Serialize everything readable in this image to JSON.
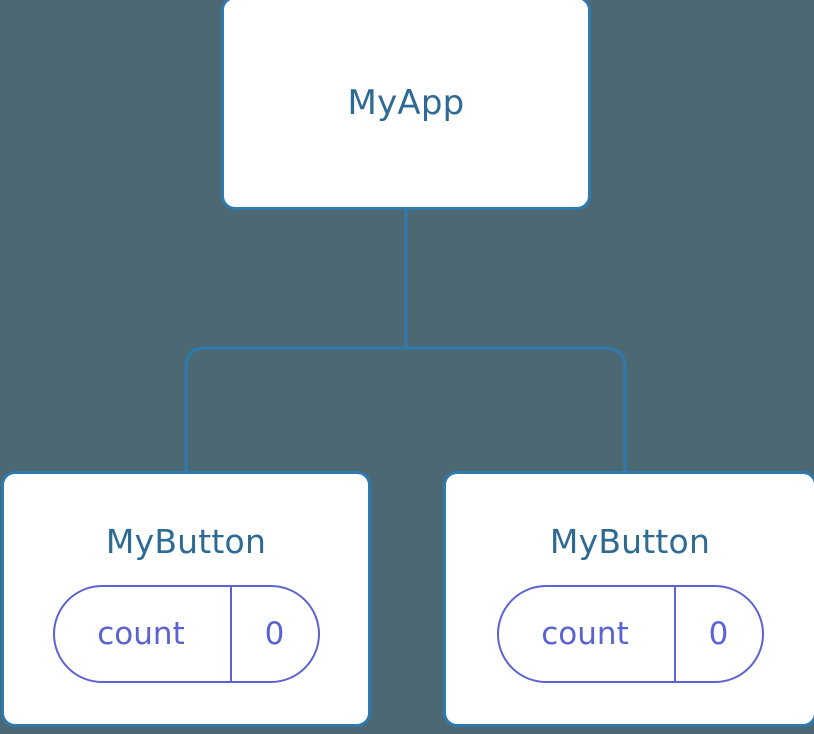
{
  "diagram": {
    "title": "component-tree",
    "background_color": "#4c6872",
    "node_border_color": "#2e7aae",
    "node_fill_color": "#ffffff",
    "node_title_color": "#2e6b94",
    "state_accent_color": "#5c63d0",
    "connector_color": "#2e7aae",
    "root": {
      "label": "MyApp"
    },
    "children": [
      {
        "label": "MyButton",
        "state": {
          "key": "count",
          "value": "0"
        }
      },
      {
        "label": "MyButton",
        "state": {
          "key": "count",
          "value": "0"
        }
      }
    ]
  }
}
